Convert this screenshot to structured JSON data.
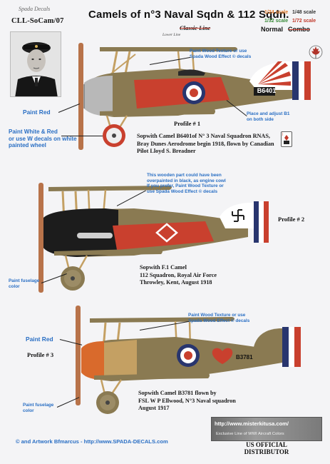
{
  "header": {
    "signature": "Spada Decals",
    "code": "CLL-SoCam/07",
    "title": "Camels of n°3 Naval Sqdn & 112 Sqdn.",
    "scales": [
      "1/24 scale",
      "1/48 scale",
      "1/32 scale",
      "1/72 scale"
    ],
    "line_label": "Classic Line",
    "lower_line_label": "Lower Line",
    "normal_label": "Normal",
    "combo_label": "Combo"
  },
  "profile1": {
    "label": "Profile # 1",
    "serial": "B6401",
    "caption": [
      "Sopwith Camel B6401of N° 3 Naval Squadron RNAS,",
      "Bray Dunes Aerodrome begin 1918, flown by Canadian",
      "Pilot Lloyd S. Breadner"
    ],
    "notes": {
      "wood": [
        "Paint Wood Texture or use",
        "Spada Wood Effect © decals"
      ],
      "place": [
        "Place and adjust B1",
        "on both side"
      ],
      "paint_red": "Paint Red",
      "wheel": [
        "Paint White & Red",
        "or use W decals on white",
        "painted wheel"
      ]
    }
  },
  "profile2": {
    "label": "Profile # 2",
    "caption": [
      "Sopwith F.1 Camel",
      "112 Squadron, Royal Air Force",
      "Throwley, Kent, August 1918"
    ],
    "notes": {
      "wood": [
        "This wooden part could have been",
        "overpainted in black, as engine cowl",
        "If you prefer, Paint Wood Texture or",
        "use Spada Wood Effect © decals"
      ],
      "fuselage": [
        "Paint fuselage",
        "color"
      ]
    }
  },
  "profile3": {
    "label": "Profile # 3",
    "serial": "B3781",
    "caption": [
      "Sopwith Camel B3781 flown by",
      "FSL W P Ellwood, N°3 Naval squadron",
      "August 1917"
    ],
    "notes": {
      "wood": [
        "Paint Wood Texture or use",
        "Spada Wood Effect © decals"
      ],
      "paint_red": "Paint Red",
      "fuselage": [
        "Paint fuselage",
        "color"
      ]
    }
  },
  "footer": {
    "copyright": "© and Artwork Bfmarcus - http://www.SPADA-DECALS.com",
    "url": "http://www.misterkitusa.com/",
    "exclusive": "Exclusive Line of WWI Aircraft Colors",
    "distributor": [
      "US OFFICIAL",
      "DISTRIBUTOR"
    ]
  },
  "colors": {
    "olive": "#8a7a52",
    "red": "#c9402e",
    "roundel_blue": "#28356e",
    "note_blue": "#2a6fc4"
  }
}
